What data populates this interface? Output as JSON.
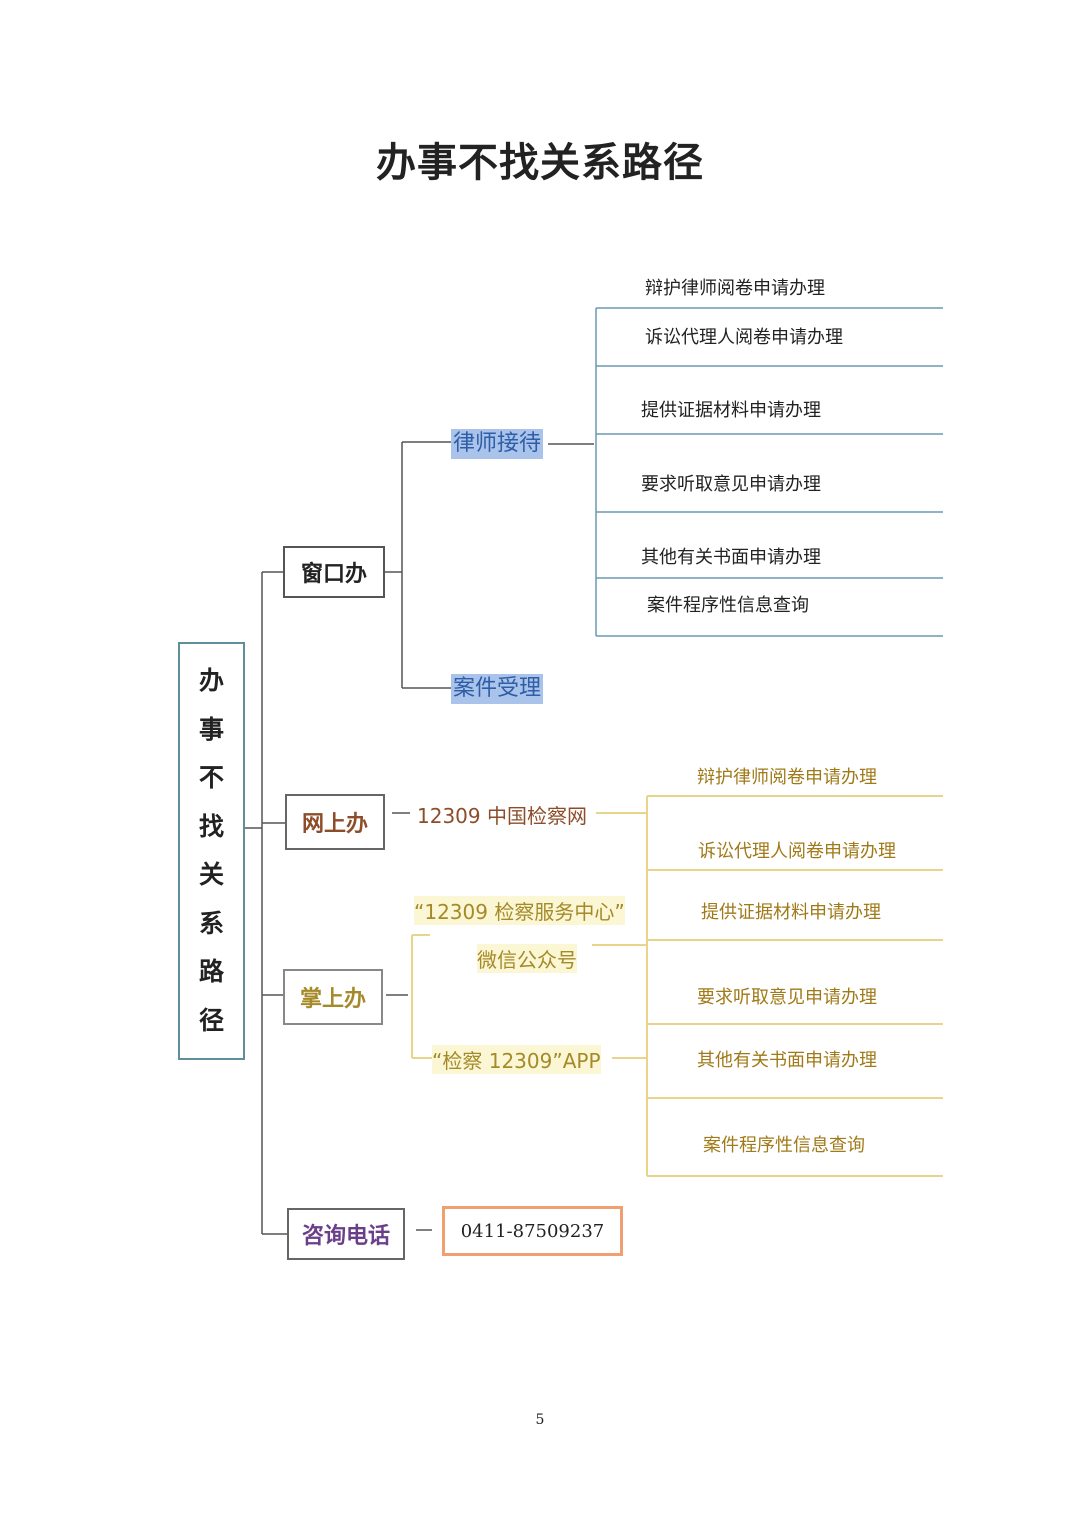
{
  "title": "办事不找关系路径",
  "root": {
    "label_chars": [
      "办",
      "事",
      "不",
      "找",
      "关",
      "系",
      "路",
      "径"
    ]
  },
  "branches": {
    "window": {
      "label": "窗口办",
      "lawyer_reception": "律师接待",
      "case_acceptance": "案件受理",
      "items": [
        "辩护律师阅卷申请办理",
        "诉讼代理人阅卷申请办理",
        "提供证据材料申请办理",
        "要求听取意见申请办理",
        "其他有关书面申请办理",
        "案件程序性信息查询"
      ]
    },
    "online": {
      "label": "网上办",
      "site": "12309 中国检察网"
    },
    "mobile": {
      "label": "掌上办",
      "wechat_line1": "“12309 检察服务中心”",
      "wechat_line2": "微信公众号",
      "app": "“检察 12309”APP"
    },
    "online_items": [
      "辩护律师阅卷申请办理",
      "诉讼代理人阅卷申请办理",
      "提供证据材料申请办理",
      "要求听取意见申请办理",
      "其他有关书面申请办理",
      "案件程序性信息查询"
    ],
    "phone": {
      "label": "咨询电话",
      "number": "0411-87509237"
    }
  },
  "page_number": "5",
  "colors": {
    "blue_line": "#6a9ab0",
    "gold_line": "#e8d48a",
    "orange_border": "#f0a070",
    "highlight_blue": "#a9c3ea",
    "purple_text": "#6a3f8a"
  }
}
